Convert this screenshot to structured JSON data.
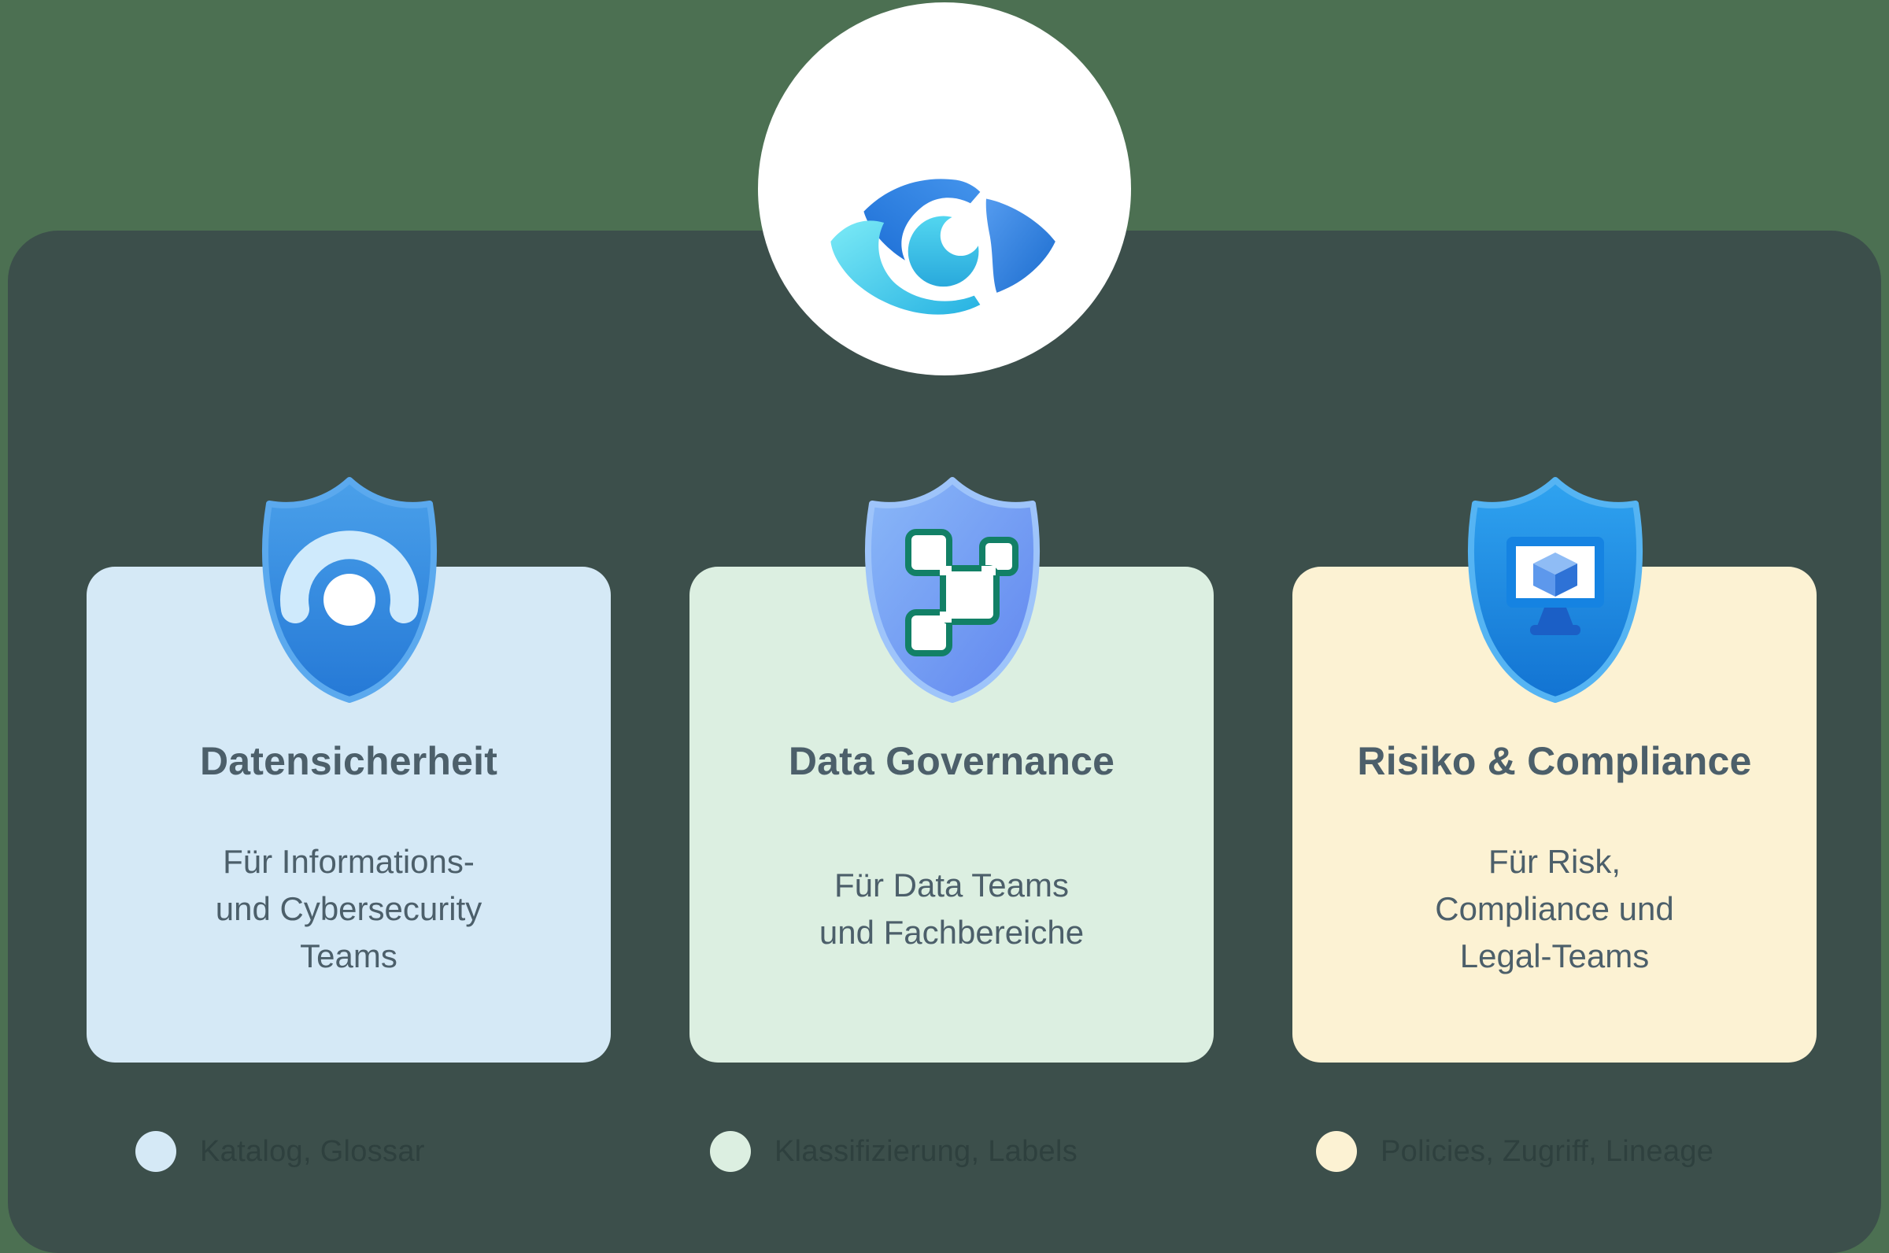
{
  "page": {
    "background_color": "#4C7052",
    "panel_color": "#3C4F4B",
    "logo_icon": "purview-eye-icon"
  },
  "cards": [
    {
      "title": "Datensicherheit",
      "description": "Für Informations-\nund Cybersecurity\nTeams",
      "bullet_label": "Katalog, Glossar",
      "icon": "security-shield-gauge-icon",
      "card_color": "#D5E9F6",
      "dot_color": "#D5E9F6",
      "text_color": "#4C5F6A"
    },
    {
      "title": "Data Governance",
      "description": "Für Data Teams\nund Fachbereiche",
      "bullet_label": "Klassifizierung, Labels",
      "icon": "governance-shield-blocks-icon",
      "card_color": "#DCEFE1",
      "dot_color": "#DCEFE1",
      "text_color": "#4C5F6A"
    },
    {
      "title": "Risiko & Compliance",
      "description": "Für Risk,\nCompliance und\nLegal-Teams",
      "bullet_label": "Policies, Zugriff, Lineage",
      "icon": "compliance-shield-monitor-icon",
      "card_color": "#FCF2D3",
      "dot_color": "#FCF2D3",
      "text_color": "#2E403E"
    }
  ]
}
